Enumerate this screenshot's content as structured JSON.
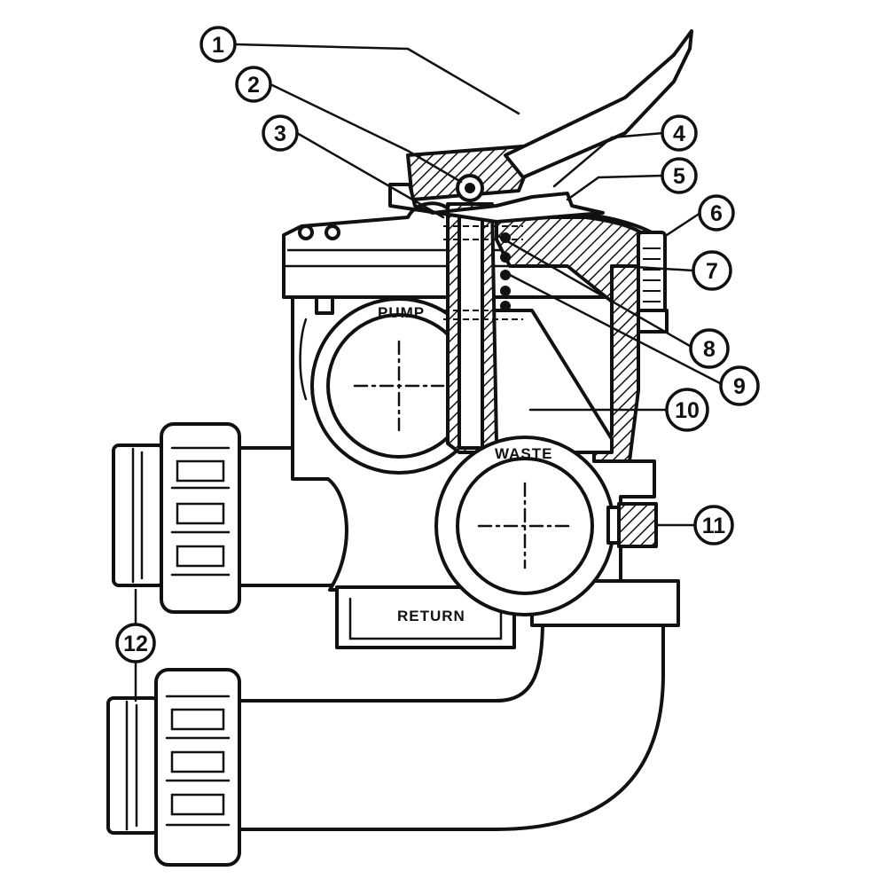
{
  "colors": {
    "ink": "#111111",
    "paper": "#ffffff"
  },
  "ports": {
    "pump": "PUMP",
    "waste": "WASTE",
    "return": "RETURN"
  },
  "callouts": [
    "1",
    "2",
    "3",
    "4",
    "5",
    "6",
    "7",
    "8",
    "9",
    "10",
    "11",
    "12"
  ]
}
